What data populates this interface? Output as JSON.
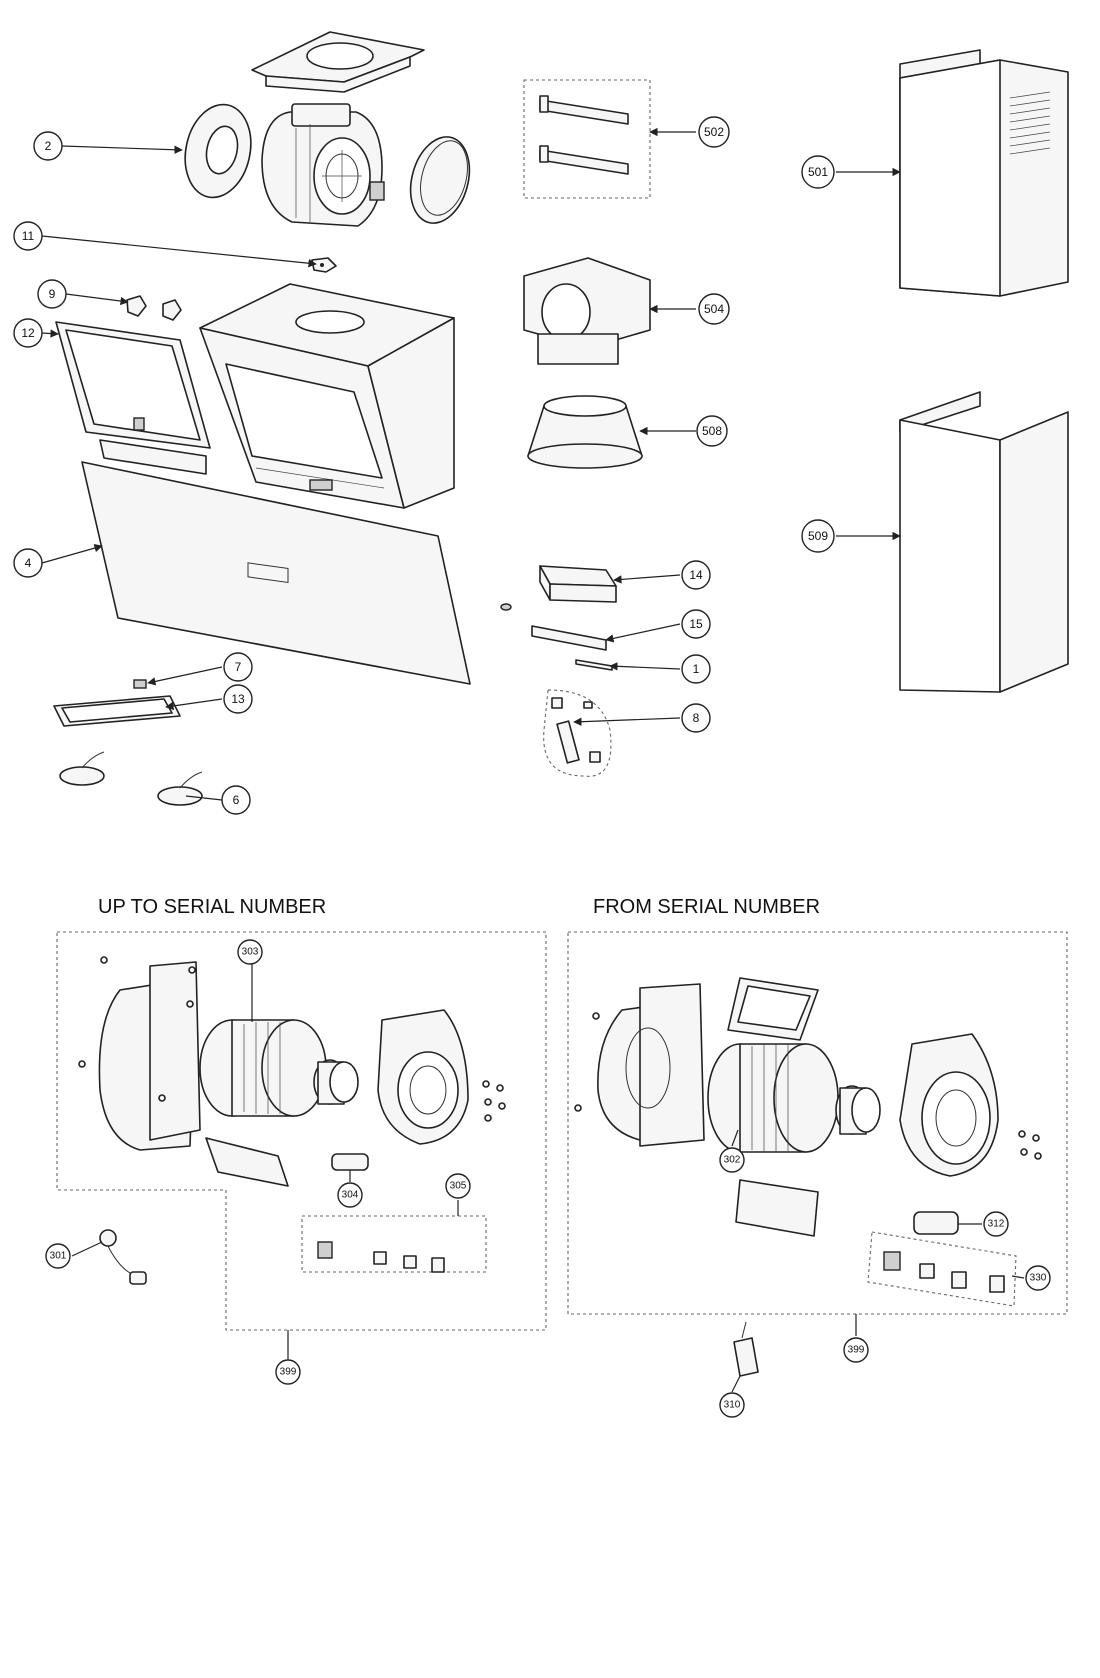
{
  "sections": {
    "left_title": "UP TO SERIAL NUMBER",
    "right_title": "FROM SERIAL NUMBER"
  },
  "callouts": {
    "c2": "2",
    "c11": "11",
    "c9": "9",
    "c12": "12",
    "c4": "4",
    "c7": "7",
    "c13": "13",
    "c6": "6",
    "c502": "502",
    "c504": "504",
    "c508": "508",
    "c14": "14",
    "c15": "15",
    "c1": "1",
    "c8": "8",
    "c501": "501",
    "c509": "509",
    "c303": "303",
    "c304": "304",
    "c305": "305",
    "c301": "301",
    "c399a": "399",
    "c302": "302",
    "c312": "312",
    "c330": "330",
    "c399b": "399",
    "c310": "310"
  },
  "colors": {
    "line": "#222222",
    "fill": "#f6f6f6",
    "dash": "#666666"
  }
}
